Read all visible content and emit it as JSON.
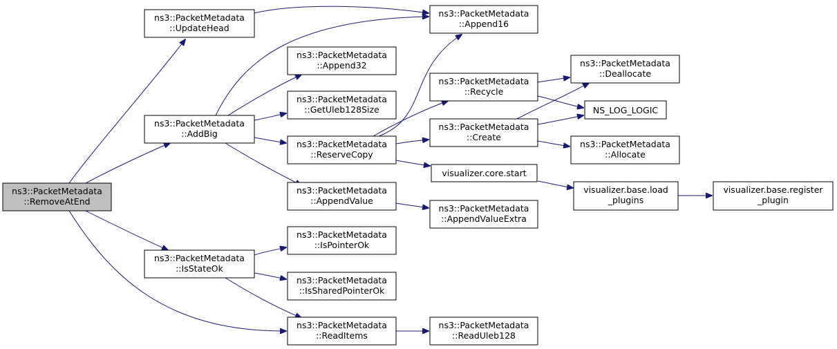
{
  "nodes": {
    "removeatend": {
      "lines": [
        "ns3::PacketMetadata",
        "::RemoveAtEnd"
      ],
      "root": true
    },
    "updatehead": {
      "lines": [
        "ns3::PacketMetadata",
        "::UpdateHead"
      ]
    },
    "addbig": {
      "lines": [
        "ns3::PacketMetadata",
        "::AddBig"
      ]
    },
    "isstateok": {
      "lines": [
        "ns3::PacketMetadata",
        "::IsStateOk"
      ]
    },
    "readitems": {
      "lines": [
        "ns3::PacketMetadata",
        "::ReadItems"
      ]
    },
    "append16": {
      "lines": [
        "ns3::PacketMetadata",
        "::Append16"
      ]
    },
    "append32": {
      "lines": [
        "ns3::PacketMetadata",
        "::Append32"
      ]
    },
    "getuleb128size": {
      "lines": [
        "ns3::PacketMetadata",
        "::GetUleb128Size"
      ]
    },
    "reservecopy": {
      "lines": [
        "ns3::PacketMetadata",
        "::ReserveCopy"
      ]
    },
    "appendvalue": {
      "lines": [
        "ns3::PacketMetadata",
        "::AppendValue"
      ]
    },
    "ispointerok": {
      "lines": [
        "ns3::PacketMetadata",
        "::IsPointerOk"
      ]
    },
    "issharedpointerok": {
      "lines": [
        "ns3::PacketMetadata",
        "::IsSharedPointerOk"
      ]
    },
    "recycle": {
      "lines": [
        "ns3::PacketMetadata",
        "::Recycle"
      ]
    },
    "create": {
      "lines": [
        "ns3::PacketMetadata",
        "::Create"
      ]
    },
    "vizcorestart": {
      "lines": [
        "visualizer.core.start"
      ]
    },
    "appendvalueextra": {
      "lines": [
        "ns3::PacketMetadata",
        "::AppendValueExtra"
      ]
    },
    "readuleb128": {
      "lines": [
        "ns3::PacketMetadata",
        "::ReadUleb128"
      ]
    },
    "deallocate": {
      "lines": [
        "ns3::PacketMetadata",
        "::Deallocate"
      ]
    },
    "nsloglogic": {
      "lines": [
        "NS_LOG_LOGIC"
      ]
    },
    "allocate": {
      "lines": [
        "ns3::PacketMetadata",
        "::Allocate"
      ]
    },
    "vizbaseload": {
      "lines": [
        "visualizer.base.load",
        "_plugins"
      ]
    },
    "vizbaseregister": {
      "lines": [
        "visualizer.base.register",
        "_plugin"
      ]
    }
  },
  "edges": [
    [
      "removeatend",
      "updatehead"
    ],
    [
      "removeatend",
      "addbig"
    ],
    [
      "removeatend",
      "isstateok"
    ],
    [
      "removeatend",
      "readitems"
    ],
    [
      "updatehead",
      "append16"
    ],
    [
      "addbig",
      "append16"
    ],
    [
      "addbig",
      "append32"
    ],
    [
      "addbig",
      "getuleb128size"
    ],
    [
      "addbig",
      "reservecopy"
    ],
    [
      "addbig",
      "appendvalue"
    ],
    [
      "reservecopy",
      "append16"
    ],
    [
      "reservecopy",
      "recycle"
    ],
    [
      "reservecopy",
      "create"
    ],
    [
      "reservecopy",
      "vizcorestart"
    ],
    [
      "appendvalue",
      "appendvalueextra"
    ],
    [
      "isstateok",
      "ispointerok"
    ],
    [
      "isstateok",
      "issharedpointerok"
    ],
    [
      "isstateok",
      "readitems"
    ],
    [
      "readitems",
      "readuleb128"
    ],
    [
      "recycle",
      "deallocate"
    ],
    [
      "recycle",
      "nsloglogic"
    ],
    [
      "create",
      "deallocate"
    ],
    [
      "create",
      "nsloglogic"
    ],
    [
      "create",
      "allocate"
    ],
    [
      "vizcorestart",
      "vizbaseload"
    ],
    [
      "vizbaseload",
      "vizbaseregister"
    ]
  ],
  "colors": {
    "edge": "#191970",
    "root_fill": "#bfbfbf",
    "node_fill": "#ffffff",
    "node_border": "#000000"
  }
}
